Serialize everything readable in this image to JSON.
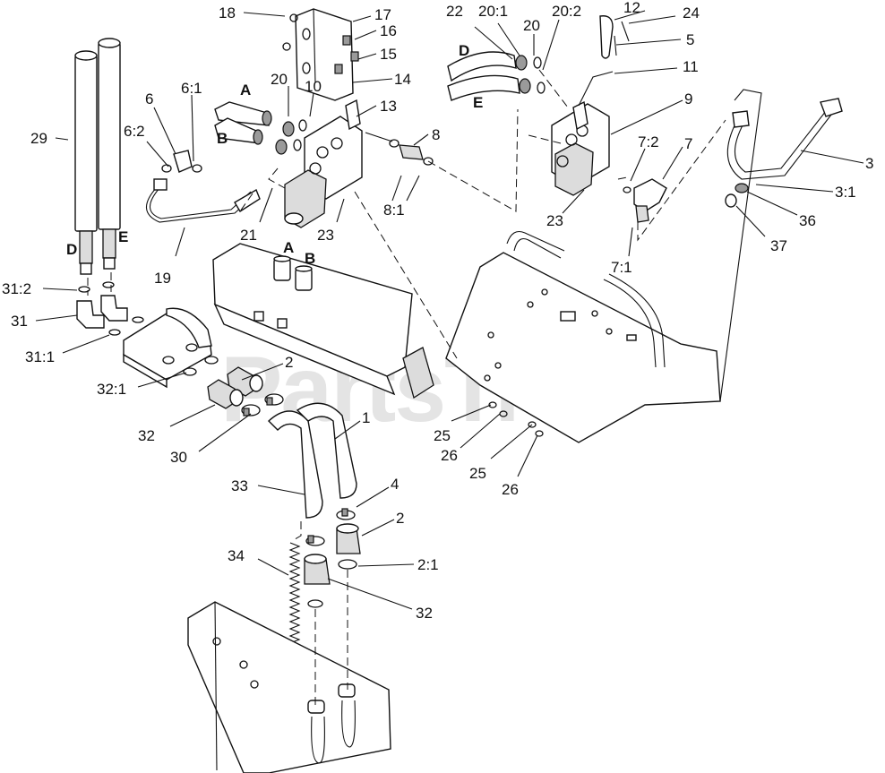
{
  "watermark": "PartsTree",
  "callouts": {
    "c1": "1",
    "c2a": "2",
    "c2b": "2",
    "c2_1": "2:1",
    "c3": "3",
    "c3_1": "3:1",
    "c4": "4",
    "c5": "5",
    "c6": "6",
    "c6_1": "6:1",
    "c6_2": "6:2",
    "c7": "7",
    "c7_1": "7:1",
    "c7_2": "7:2",
    "c8": "8",
    "c8_1": "8:1",
    "c9": "9",
    "c10": "10",
    "c11": "11",
    "c12": "12",
    "c13": "13",
    "c14": "14",
    "c15": "15",
    "c16": "16",
    "c17": "17",
    "c18": "18",
    "c19": "19",
    "c20a": "20",
    "c20b": "20",
    "c20_1": "20:1",
    "c20_2": "20:2",
    "c21": "21",
    "c22": "22",
    "c23a": "23",
    "c23b": "23",
    "c24": "24",
    "c25a": "25",
    "c25b": "25",
    "c26a": "26",
    "c26b": "26",
    "c29": "29",
    "c30": "30",
    "c31": "31",
    "c31_1": "31:1",
    "c31_2": "31:2",
    "c32a": "32",
    "c32b": "32",
    "c32_1": "32:1",
    "c33": "33",
    "c34": "34",
    "c36": "36",
    "c37": "37"
  },
  "port_letters": {
    "a_valve": "A",
    "b_valve": "B",
    "a_tank": "A",
    "b_tank": "B",
    "d_cyl": "D",
    "e_cyl": "E",
    "d_hose": "D",
    "e_hose": "E"
  }
}
